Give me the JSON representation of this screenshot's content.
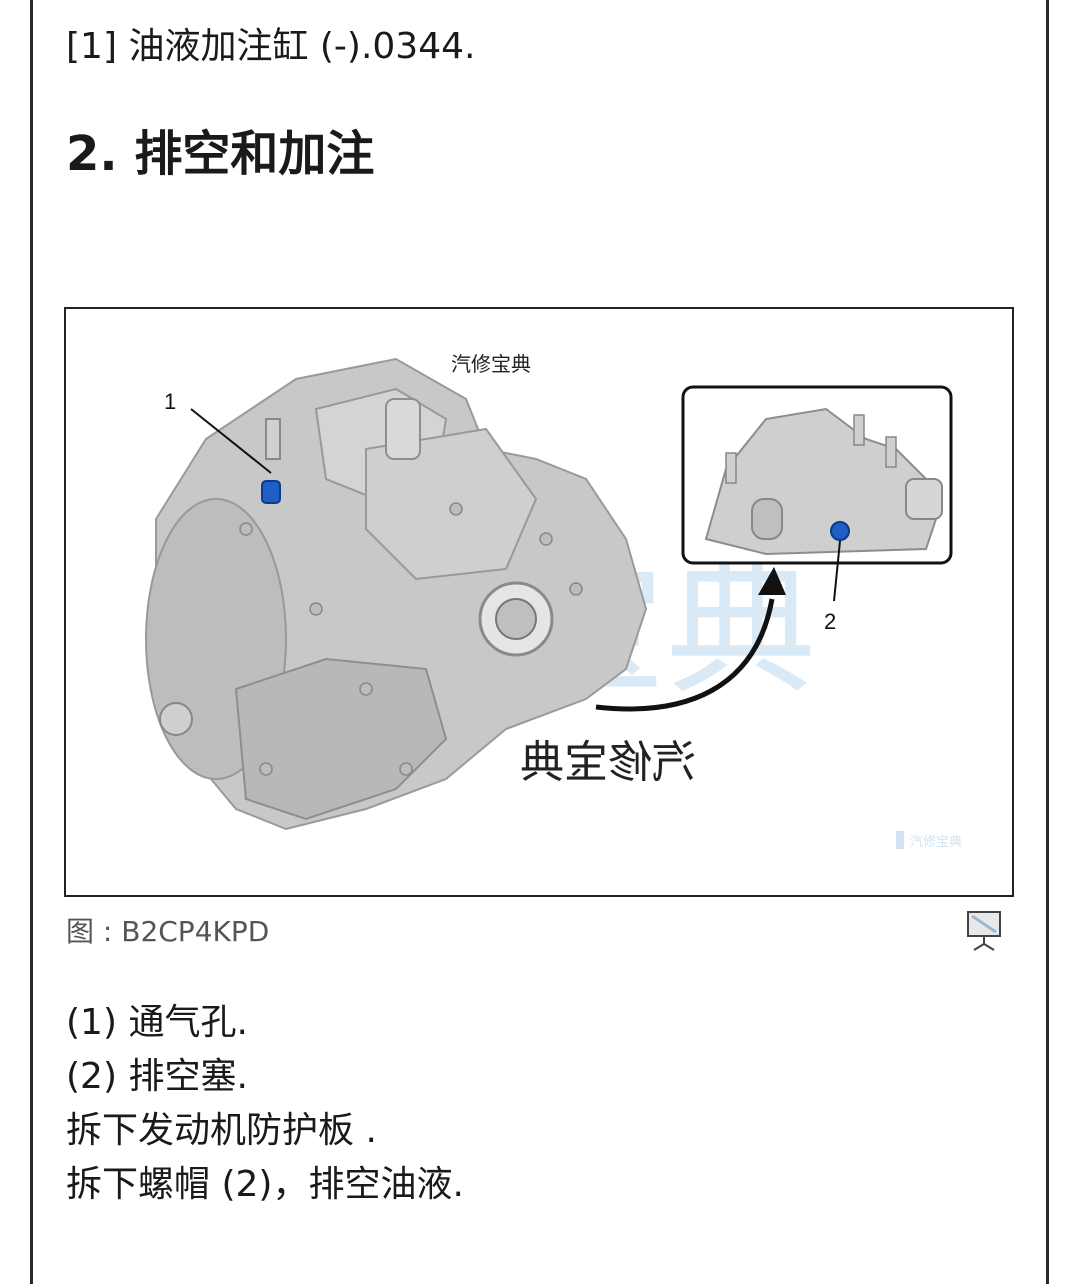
{
  "ref": "[1] 油液加注缸 (-).0344.",
  "section": {
    "title": "2. 排空和加注"
  },
  "figure": {
    "watermark_top": "汽修宝典",
    "watermark_mirror": "汽修宝典",
    "watermark_big": "汽修宝典",
    "watermark_small": "汽修宝典",
    "label_1": "1",
    "label_2": "2",
    "caption": "图 : B2CP4KPD"
  },
  "body": {
    "lines": [
      "(1) 通气孔.",
      "(2) 排空塞.",
      "拆下发动机防护板 .",
      "拆下螺帽 (2)，排空油液."
    ]
  },
  "colors": {
    "frame": "#2a2a2a",
    "plug_blue": "#1d5fc7",
    "watermark_blue": "#cfe3f5",
    "caption_gray": "#555555"
  }
}
